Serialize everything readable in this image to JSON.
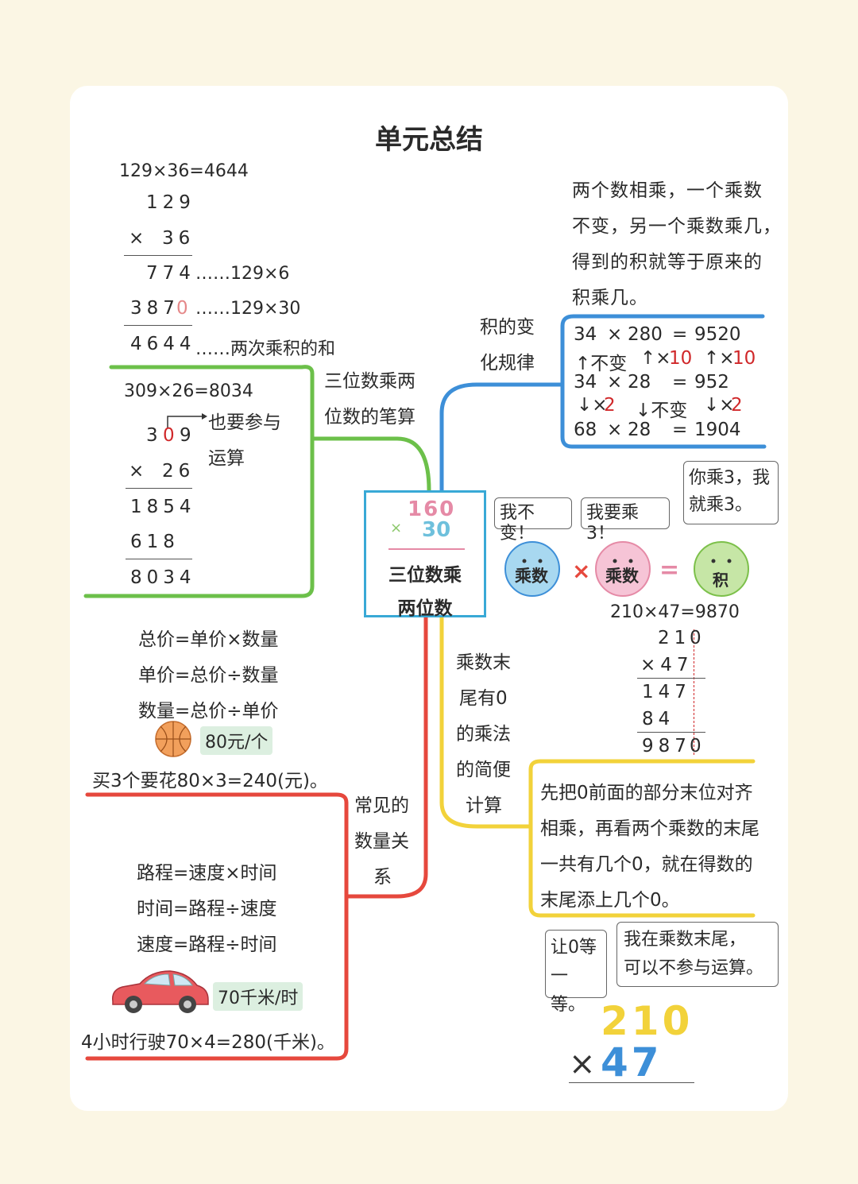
{
  "title": "单元总结",
  "center": {
    "line1": "三位数乘",
    "line2": "两位数",
    "mini_top": "160",
    "mini_op": "×",
    "mini_bottom": "30"
  },
  "branch_labels": {
    "written_l1": "三位数乘两",
    "written_l2": "位数的笔算",
    "product_l1": "积的变",
    "product_l2": "化规律",
    "zero_l1": "乘数末",
    "zero_l2": "尾有0",
    "zero_l3": "的乘法",
    "zero_l4": "的简便",
    "zero_l5": "计算",
    "qty_l1": "常见的",
    "qty_l2": "数量关",
    "qty_l3": "系"
  },
  "calc1": {
    "equation": "129×36=4644",
    "r1": "129",
    "r2_op": "×",
    "r2": "36",
    "r3": "774",
    "r3_note": "……129×6",
    "r4": "387",
    "r4_zero": "0",
    "r4_note": "……129×30",
    "r5": "4644",
    "r5_note": "……两次乘积的和"
  },
  "calc2": {
    "equation": "309×26=8034",
    "top_a": "3",
    "top_zero": "0",
    "top_b": "9",
    "note_l1": "也要参与",
    "note_l2": "运算",
    "r2_op": "×",
    "r2": "26",
    "r3": "1854",
    "r4": "618",
    "r5": "8034"
  },
  "rule_text": [
    "两个数相乘，一个乘数",
    "不变，另一个乘数乘几，",
    "得到的积就等于原来的",
    "积乘几。"
  ],
  "product_table": {
    "row1": [
      "34",
      "×",
      "280",
      "=",
      "9520"
    ],
    "row2": {
      "a": "↑不变",
      "b_arrow": "↑×",
      "b_num": "10",
      "c_arrow": "↑×",
      "c_num": "10"
    },
    "row3": [
      "34",
      "×",
      "28",
      "=",
      "952"
    ],
    "row4": {
      "a_arrow": "↓×",
      "a_num": "2",
      "b": "↓不变",
      "c_arrow": "↓×",
      "c_num": "2"
    },
    "row5": [
      "68",
      "×",
      "28",
      "=",
      "1904"
    ]
  },
  "bubbles": {
    "b1": "我不变！",
    "b2": "我要乘3！",
    "b3_l1": "你乘3，我",
    "b3_l2": "就乘3。",
    "b4_l1": "让0等",
    "b4_l2": "一等。",
    "b5_l1": "我在乘数末尾，",
    "b5_l2": "可以不参与运算。"
  },
  "characters": {
    "c1": "乘数",
    "op1": "×",
    "c2": "乘数",
    "op2": "=",
    "c3": "积"
  },
  "calc3": {
    "equation": "210×47=9870",
    "r1": "21",
    "r1_zero": "0",
    "r2": "×47",
    "r3": "147",
    "r4": "84",
    "r5": "987",
    "r5_zero": "0"
  },
  "zero_text": [
    "先把0前面的部分末位对齐",
    "相乘，再看两个乘数的末尾",
    "一共有几个0，就在得数的",
    "末尾添上几个0。"
  ],
  "big_digits": {
    "top": "210",
    "op": "×",
    "bottom": "47"
  },
  "qty1": {
    "f1": "总价=单价×数量",
    "f2": "单价=总价÷数量",
    "f3": "数量=总价÷单价",
    "tag": "80元/个",
    "example": "买3个要花80×3=240(元)。"
  },
  "qty2": {
    "f1": "路程=速度×时间",
    "f2": "时间=路程÷速度",
    "f3": "速度=路程÷时间",
    "tag": "70千米/时",
    "example": "4小时行驶70×4=280(千米)。"
  },
  "colors": {
    "green": "#6cc04a",
    "blue": "#3d8fd8",
    "red": "#e6483d",
    "yellow": "#f2d23a",
    "center_border": "#39a9d6"
  }
}
